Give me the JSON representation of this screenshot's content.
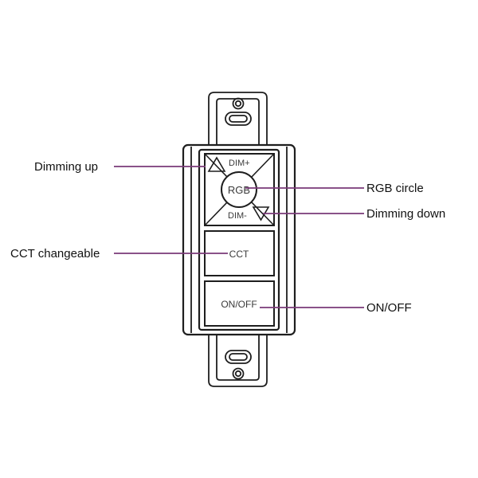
{
  "device": {
    "buttons": {
      "dim_up": "DIM+",
      "dim_down": "DIM-",
      "rgb": "RGB",
      "cct": "CCT",
      "onoff": "ON/OFF"
    }
  },
  "callouts": {
    "dimming_up": "Dimming up",
    "cct_changeable": "CCT changeable",
    "rgb_circle": "RGB circle",
    "dimming_down": "Dimming down",
    "onoff": "ON/OFF"
  },
  "colors": {
    "callout_line": "#7a3a78",
    "outline": "#1e1e1e"
  }
}
